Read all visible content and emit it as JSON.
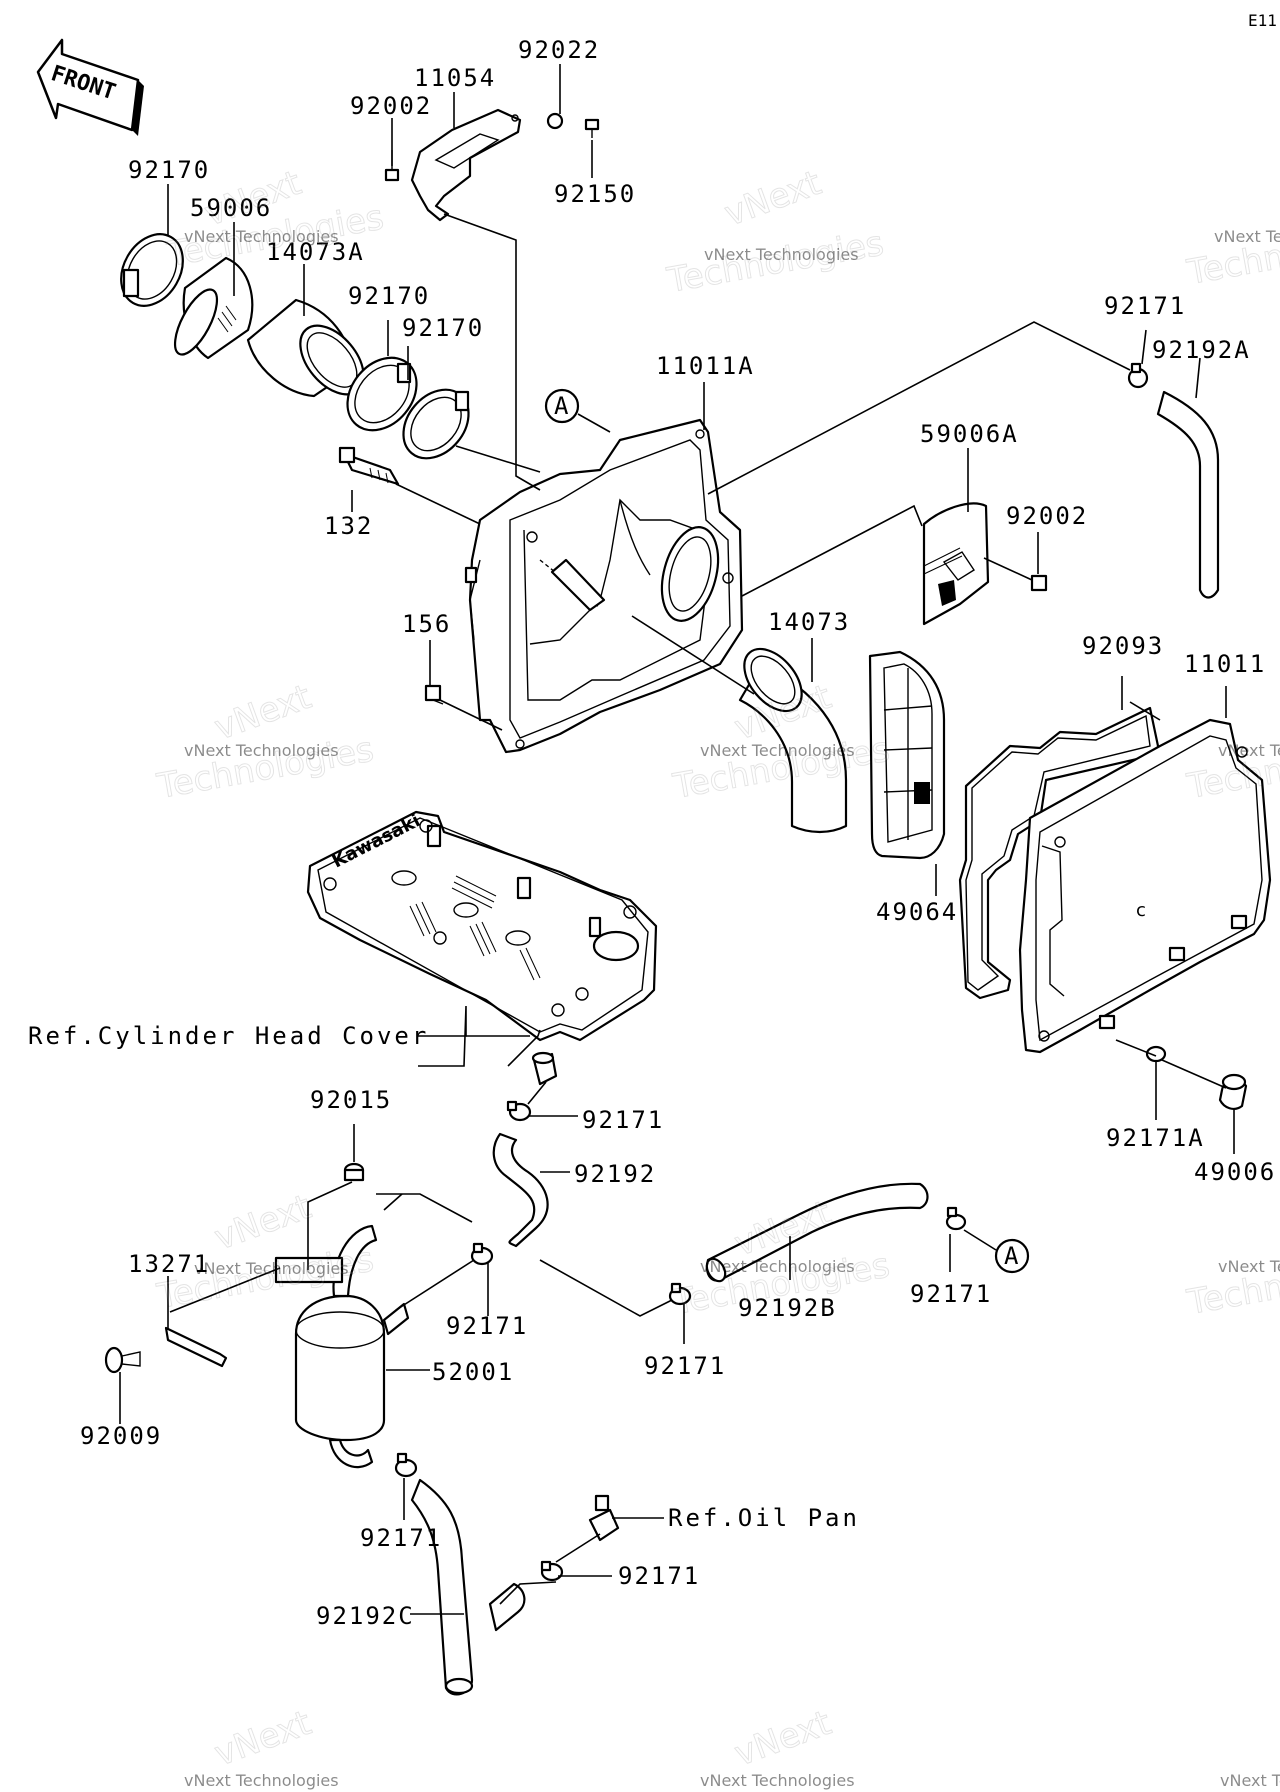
{
  "page_code": "E11",
  "front_arrow": {
    "text": "FRONT"
  },
  "callout_marker": "A",
  "parts": {
    "p92022": "92022",
    "p11054": "11054",
    "p92002_top": "92002",
    "p92150": "92150",
    "p92170_a": "92170",
    "p59006": "59006",
    "p14073A": "14073A",
    "p92170_b": "92170",
    "p92170_c": "92170",
    "p11011A": "11011A",
    "p132": "132",
    "p92171_top": "92171",
    "p92192A": "92192A",
    "p59006A": "59006A",
    "p92002_right": "92002",
    "p156": "156",
    "p14073": "14073",
    "p92093": "92093",
    "p11011": "11011",
    "p49064": "49064",
    "p92171A": "92171A",
    "p49006": "49006",
    "p92015": "92015",
    "p92171_mid": "92171",
    "p92192": "92192",
    "p13271": "13271",
    "p92171_tank": "92171",
    "p92192B": "92192B",
    "p92171_right": "92171",
    "p92171_bottom_center": "92171",
    "p52001": "52001",
    "p92009": "92009",
    "p92171_lower": "92171",
    "p92171_oil": "92171",
    "p92192C": "92192C"
  },
  "references": {
    "cylinder_head_cover": "Ref.Cylinder Head Cover",
    "oil_pan": "Ref.Oil Pan"
  },
  "cover_text": "Kawasaki",
  "watermark": {
    "line1": "vNext",
    "line2": "Technologies",
    "small": "vNext Technologies"
  }
}
